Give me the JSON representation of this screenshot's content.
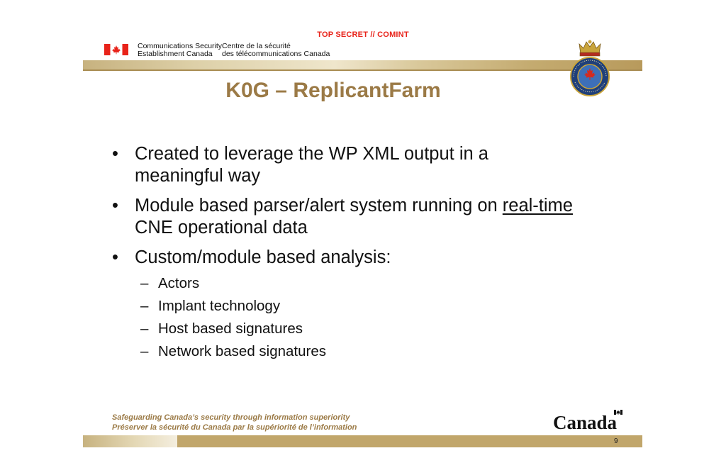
{
  "classification": "TOP SECRET // COMINT",
  "header": {
    "department_en": [
      "Communications Security",
      "Establishment Canada"
    ],
    "department_fr": [
      "Centre de la sécurité",
      "des télécommunications Canada"
    ]
  },
  "crest": {
    "lettering": "COMMUNICATIONS SECURITY ESTABLISHMENT"
  },
  "slide": {
    "title": "K0G – ReplicantFarm",
    "bullets": [
      {
        "lines": [
          "Created to leverage the WP XML output in a",
          "meaningful way"
        ]
      },
      {
        "pre": "Module based parser/alert system running on ",
        "underlined": "real-time",
        "post": "CNE operational data"
      },
      {
        "lines": [
          "Custom/module based analysis:"
        ]
      }
    ],
    "sub_bullets": [
      "Actors",
      "Implant technology",
      "Host based signatures",
      "Network based signatures"
    ],
    "bullet_glyph": "•",
    "dash_glyph": "–"
  },
  "footer": {
    "tagline_en": "Safeguarding Canada’s security through information superiority",
    "tagline_fr": "Préserver la sécurité du Canada par la supériorité de l’information",
    "wordmark": "Canada",
    "page_number": "9"
  },
  "colors": {
    "classification": "#e8231a",
    "title": "#9b7a46",
    "band": "#c1a66b",
    "flag_red": "#e8231a"
  }
}
